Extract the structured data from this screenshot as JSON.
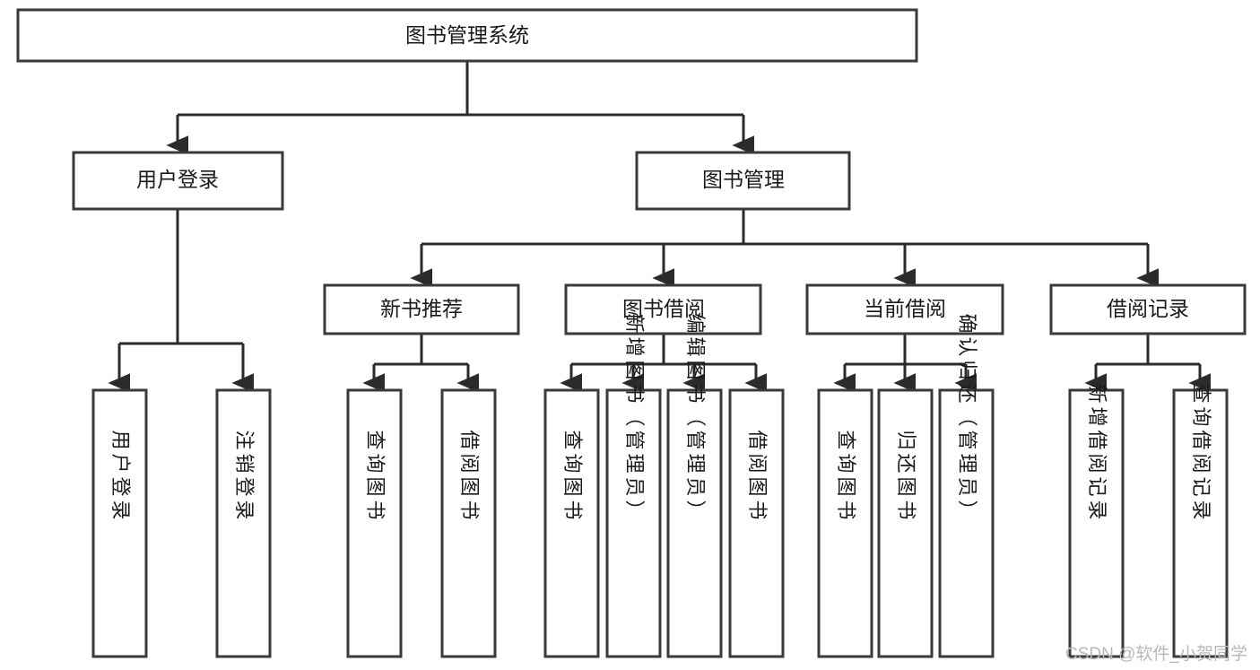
{
  "diagram": {
    "type": "tree-hierarchy-chart",
    "title": "图书管理系统",
    "watermark": "CSDN @软件_小贺同学",
    "colors": {
      "box_fill": "#ffffff",
      "box_stroke": "#3a3a3a",
      "connector": "#2b2b2b",
      "text": "#1a1a1a",
      "watermark": "#b8b8b8"
    },
    "levels": {
      "root": {
        "label": "图书管理系统"
      },
      "level2": [
        {
          "id": "user-login",
          "label": "用户登录"
        },
        {
          "id": "book-management",
          "label": "图书管理"
        }
      ],
      "level3": [
        {
          "id": "new-book-recommend",
          "label": "新书推荐",
          "parent": "book-management"
        },
        {
          "id": "book-borrow",
          "label": "图书借阅",
          "parent": "book-management"
        },
        {
          "id": "current-borrow",
          "label": "当前借阅",
          "parent": "book-management"
        },
        {
          "id": "borrow-record",
          "label": "借阅记录",
          "parent": "book-management"
        }
      ],
      "leaves": {
        "user-login": [
          {
            "id": "leaf-user-login",
            "label": "用户登录"
          },
          {
            "id": "leaf-user-logout",
            "label": "注销登录"
          }
        ],
        "new-book-recommend": [
          {
            "id": "leaf-query-book-1",
            "label": "查询图书"
          },
          {
            "id": "leaf-borrow-book-1",
            "label": "借阅图书"
          }
        ],
        "book-borrow": [
          {
            "id": "leaf-query-book-2",
            "label": "查询图书"
          },
          {
            "id": "leaf-add-book",
            "label": "新增图书（管理员）"
          },
          {
            "id": "leaf-edit-book",
            "label": "编辑图书（管理员）"
          },
          {
            "id": "leaf-borrow-book-2",
            "label": "借阅图书"
          }
        ],
        "current-borrow": [
          {
            "id": "leaf-query-book-3",
            "label": "查询图书"
          },
          {
            "id": "leaf-return-book",
            "label": "归还图书"
          },
          {
            "id": "leaf-confirm-return",
            "label": "确认归还（管理员）"
          }
        ],
        "borrow-record": [
          {
            "id": "leaf-add-record",
            "label": "新增借阅记录"
          },
          {
            "id": "leaf-query-record",
            "label": "查询借阅记录"
          }
        ]
      }
    }
  }
}
